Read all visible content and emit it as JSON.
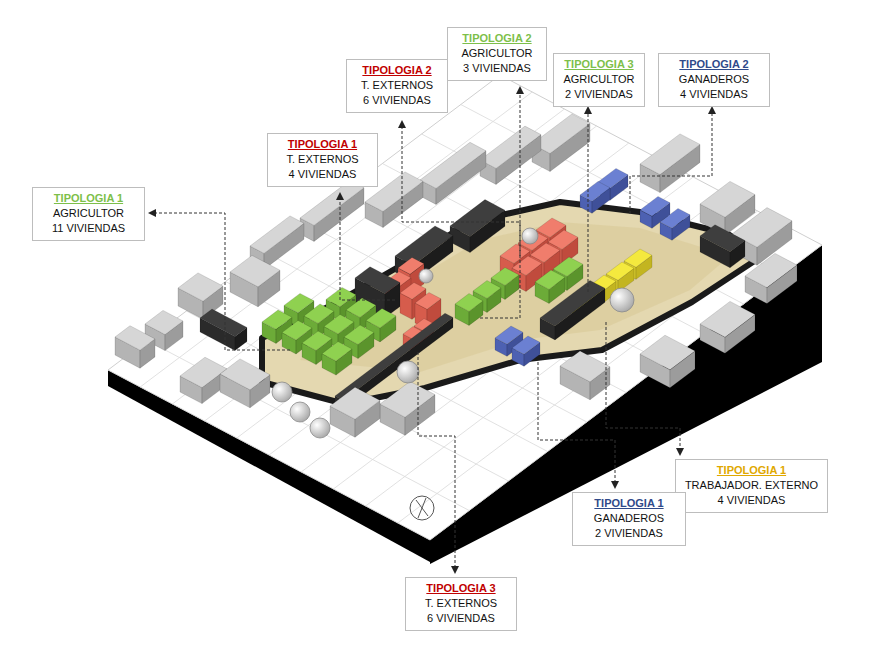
{
  "diagram": {
    "nodes": [
      {
        "text": [
          "TIPOLOGIA 2",
          "AGRICULTOR",
          "3 VIVIENDAS"
        ]
      },
      {
        "text": [
          "TIPOLOGIA 2",
          "T. EXTERNOS",
          "6 VIVIENDAS"
        ]
      },
      {
        "text": [
          "TIPOLOGIA 3",
          "AGRICULTOR",
          "2 VIVIENDAS"
        ]
      },
      {
        "text": [
          "TIPOLOGIA 2",
          "GANADEROS",
          "4 VIVIENDAS"
        ]
      },
      {
        "text": [
          "TIPOLOGIA 1",
          "T. EXTERNOS",
          "4 VIVIENDAS"
        ]
      },
      {
        "text": [
          "TIPOLOGIA 1",
          "AGRICULTOR",
          "11 VIVIENDAS"
        ]
      },
      {
        "text": [
          "TIPOLOGIA 1",
          "TRABAJADOR. EXTERNO",
          "4 VIVIENDAS"
        ]
      },
      {
        "text": [
          "TIPOLOGIA 1",
          "GANADEROS",
          "2 VIVIENDAS"
        ]
      },
      {
        "text": [
          "TIPOLOGIA 3",
          "T. EXTERNOS",
          "6 VIVIENDAS"
        ]
      }
    ]
  }
}
